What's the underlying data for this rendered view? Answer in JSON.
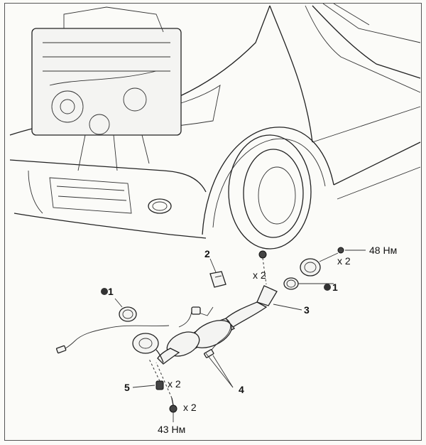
{
  "callouts": {
    "c1_left": "1",
    "c1_right": "1",
    "c2": "2",
    "c3": "3",
    "c4": "4",
    "c5": "5"
  },
  "quantities": {
    "q_nut_top": "x 2",
    "q_bolt_right": "x 2",
    "q_stud": "x 2",
    "q_bolt_bottom": "x 2"
  },
  "torques": {
    "top_right": "48 Нм",
    "bottom": "43 Нм"
  }
}
